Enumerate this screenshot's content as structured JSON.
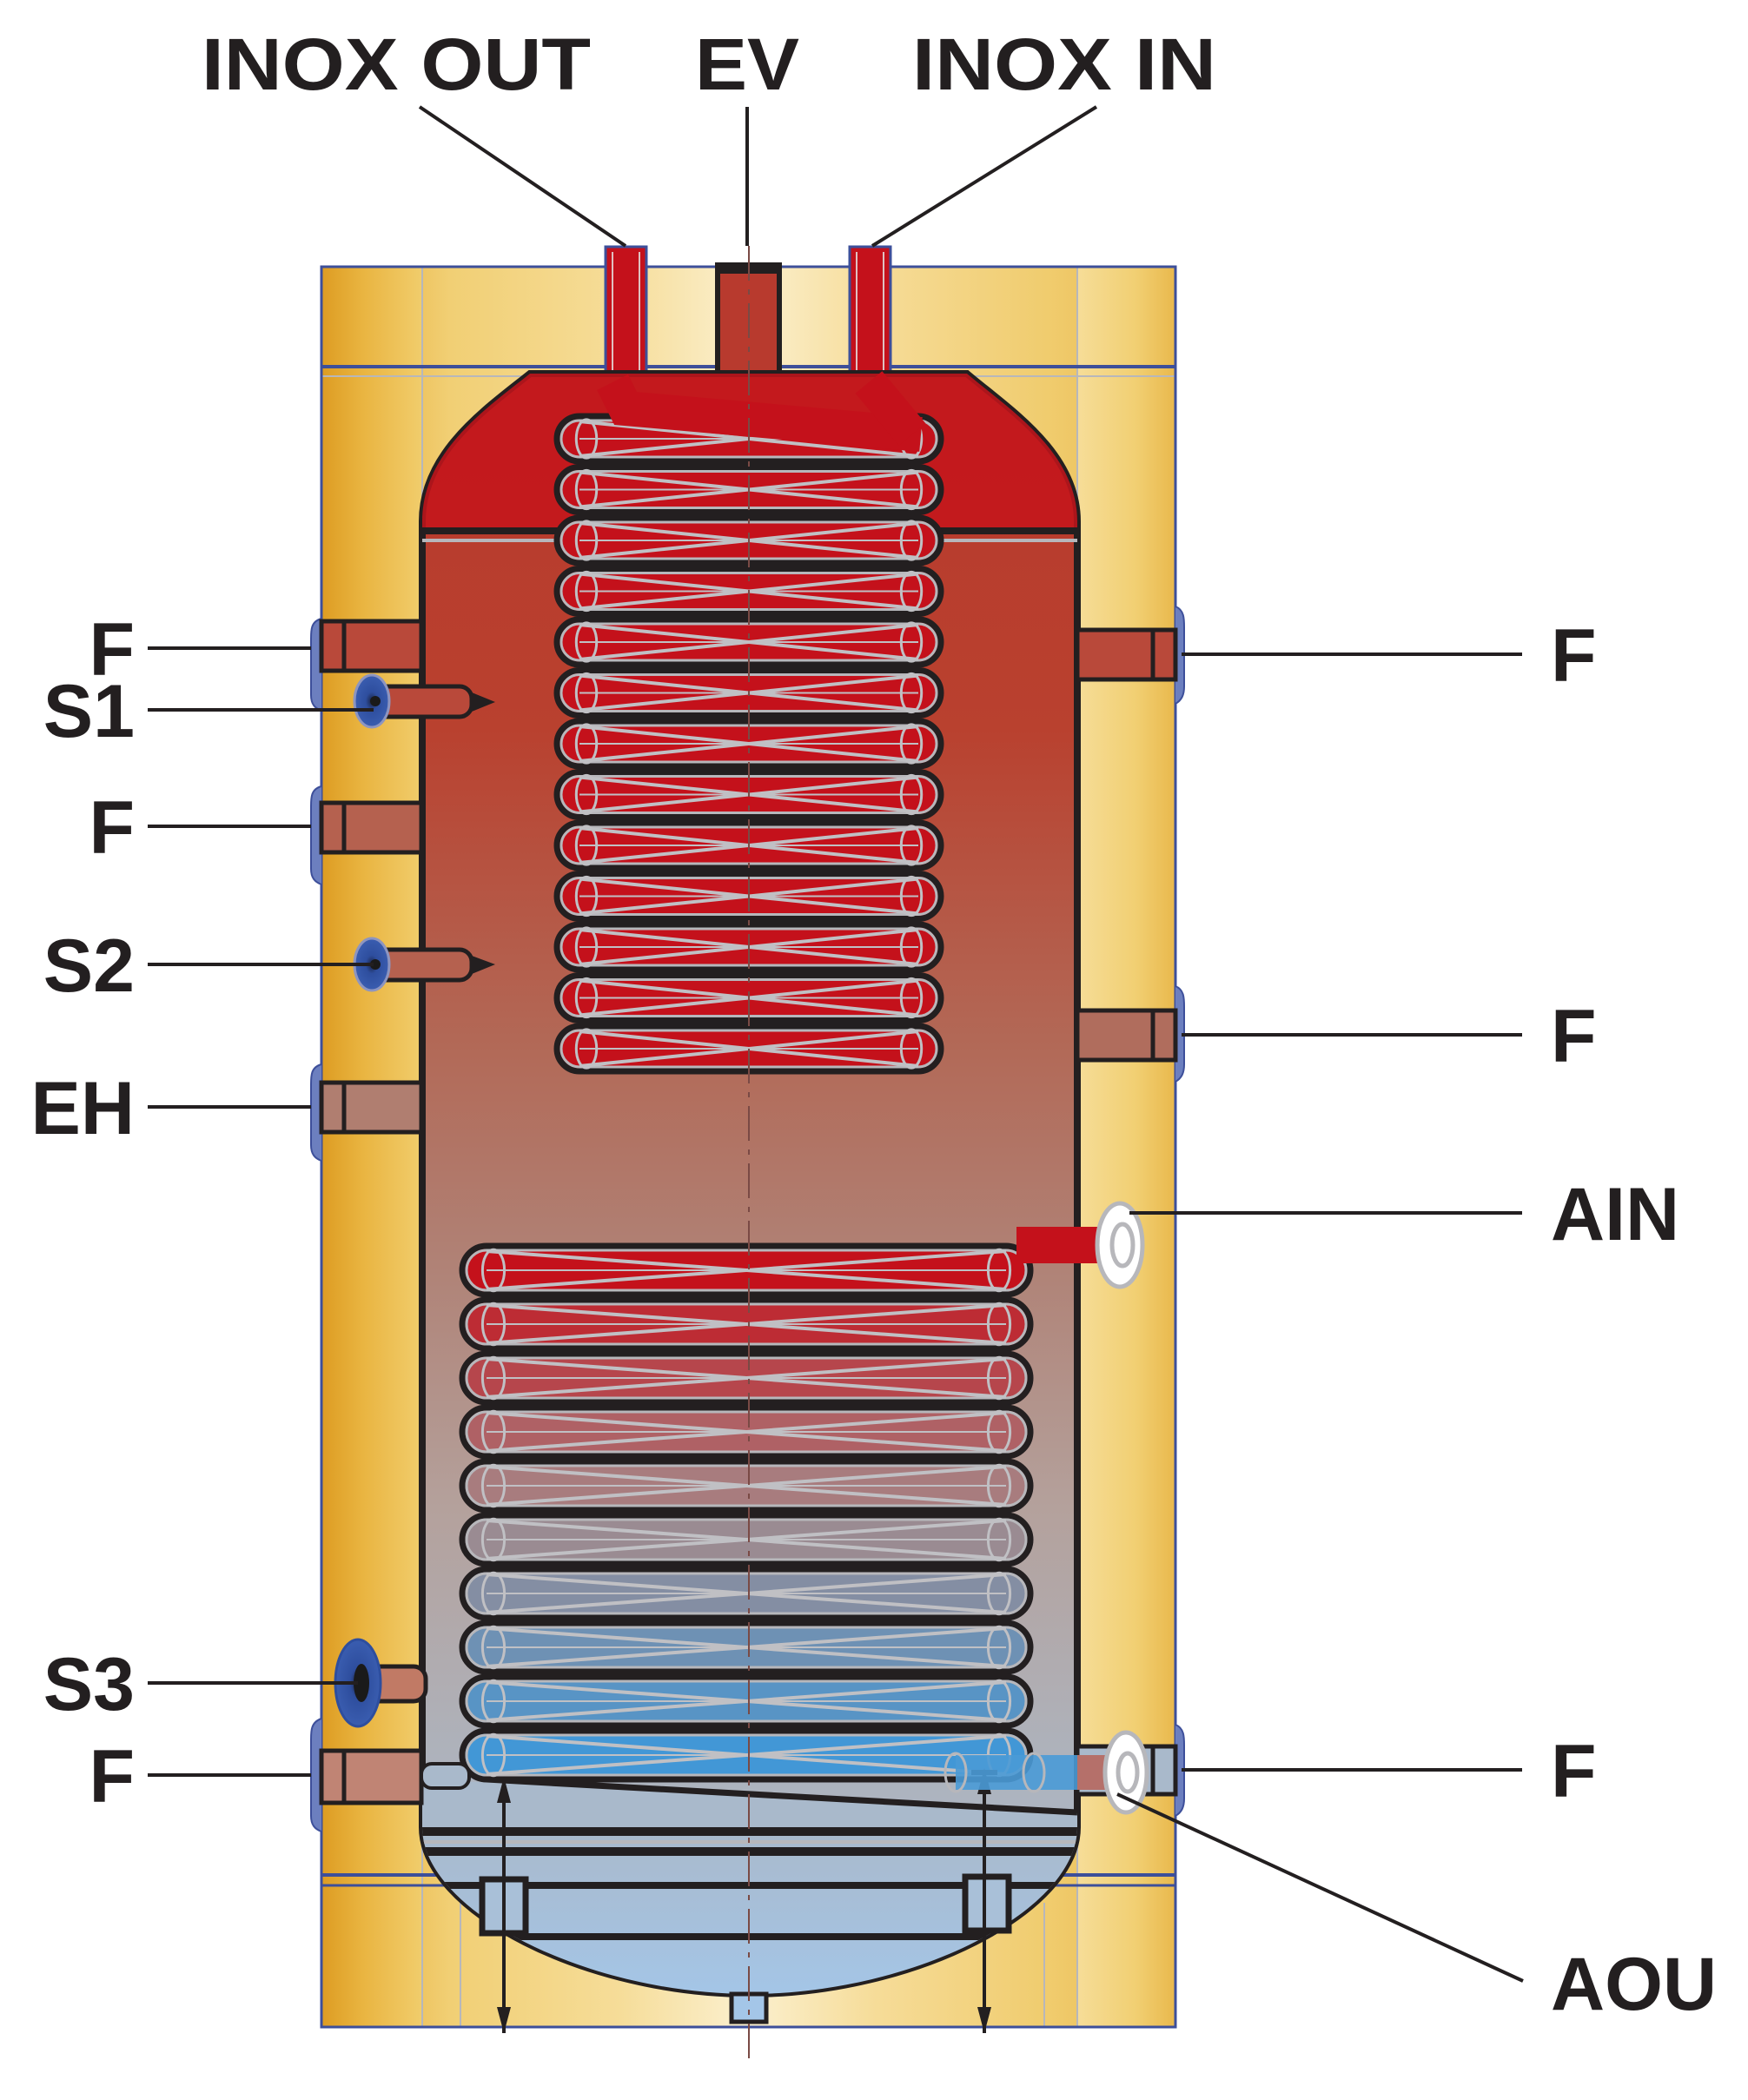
{
  "diagram": {
    "title_labels": {
      "inox_out": "INOX OUT",
      "ev": "EV",
      "inox_in": "INOX IN"
    },
    "left_labels": [
      {
        "id": "f-left-1",
        "text": "F"
      },
      {
        "id": "s1",
        "text": "S1"
      },
      {
        "id": "f-left-2",
        "text": "F"
      },
      {
        "id": "s2",
        "text": "S2"
      },
      {
        "id": "eh",
        "text": "EH"
      },
      {
        "id": "s3",
        "text": "S3"
      },
      {
        "id": "f-left-3",
        "text": "F"
      }
    ],
    "right_labels": [
      {
        "id": "f-right-1",
        "text": "F"
      },
      {
        "id": "f-right-2",
        "text": "F"
      },
      {
        "id": "ain",
        "text": "AIN"
      },
      {
        "id": "f-right-3",
        "text": "F"
      },
      {
        "id": "aou",
        "text": "AOU"
      }
    ],
    "colors": {
      "insulation_dark": "#e2a22a",
      "insulation_light": "#f7e3a8",
      "insulation_pale": "#fbf1d0",
      "tank_hot": "#b83a2e",
      "tank_mid": "#b8948d",
      "tank_cold": "#a9bbd0",
      "coil_hot": "#c4111b",
      "coil_cold": "#4a9ad6",
      "sensor_blue": "#2e4e9e",
      "frame_blue": "#3d4f9a",
      "text": "#231f20"
    },
    "upper_coil_turns": 13,
    "lower_coil_turns": 10
  }
}
